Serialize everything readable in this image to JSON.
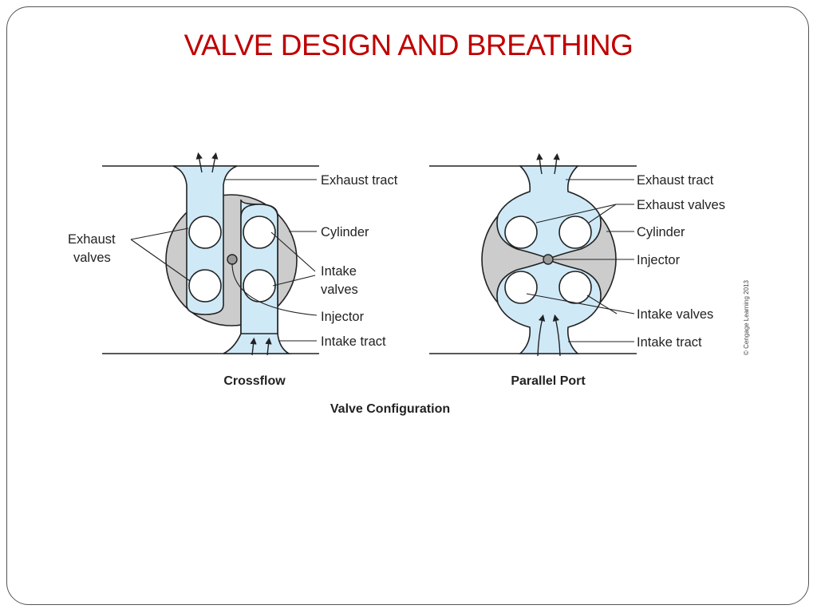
{
  "slide": {
    "title": "VALVE DESIGN AND BREATHING"
  },
  "figure": {
    "caption": "Valve Configuration",
    "copyright": "© Cengage Learning 2013",
    "crossflow": {
      "caption": "Crossflow",
      "labels": {
        "exhaust_valves_line1": "Exhaust",
        "exhaust_valves_line2": "valves",
        "exhaust_tract": "Exhaust tract",
        "cylinder": "Cylinder",
        "intake_valves_line1": "Intake",
        "intake_valves_line2": "valves",
        "injector": "Injector",
        "intake_tract": "Intake tract"
      }
    },
    "parallel_port": {
      "caption": "Parallel Port",
      "labels": {
        "exhaust_tract": "Exhaust tract",
        "exhaust_valves": "Exhaust valves",
        "cylinder": "Cylinder",
        "injector": "Injector",
        "intake_valves": "Intake valves",
        "intake_tract": "Intake tract"
      }
    },
    "colors": {
      "title": "#c00000",
      "port_fill": "#cfe9f7",
      "cylinder_fill": "#cccccc"
    }
  }
}
